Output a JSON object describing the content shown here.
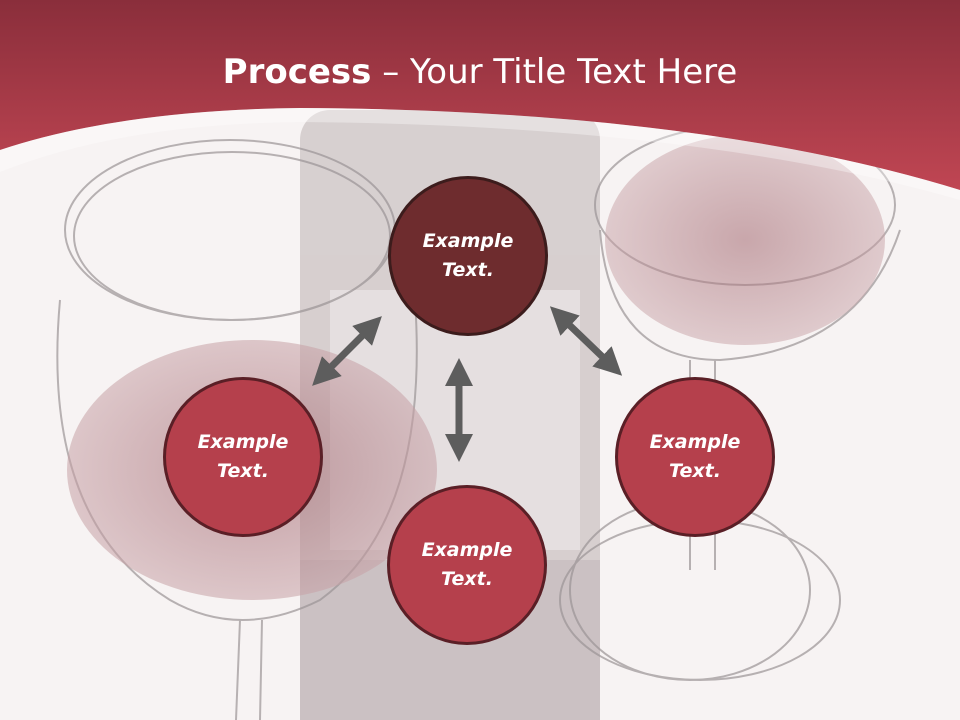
{
  "slide": {
    "title_bold": "Process",
    "title_separator": " – ",
    "title_rest": "Your Title Text Here"
  },
  "nodes": {
    "top": {
      "line1": "Example",
      "line2": "Text."
    },
    "left": {
      "line1": "Example",
      "line2": "Text."
    },
    "right": {
      "line1": "Example",
      "line2": "Text."
    },
    "bottom": {
      "line1": "Example",
      "line2": "Text."
    }
  },
  "colors": {
    "header": "#b23c4a",
    "node_primary": "#b5404c",
    "node_dark": "#6e2c2e",
    "node_border": "#3c1c1c",
    "arrow": "#5d5d5d"
  }
}
